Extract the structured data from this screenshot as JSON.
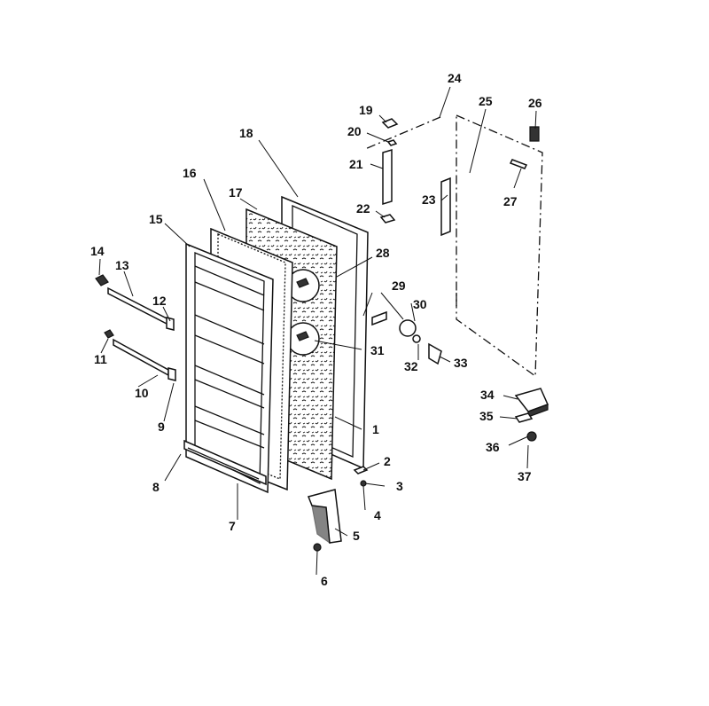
{
  "part_labels": [
    "1",
    "2",
    "3",
    "4",
    "5",
    "6",
    "7",
    "8",
    "9",
    "10",
    "11",
    "12",
    "13",
    "14",
    "15",
    "16",
    "17",
    "18",
    "19",
    "20",
    "21",
    "22",
    "23",
    "24",
    "25",
    "26",
    "27",
    "28",
    "29",
    "30",
    "31",
    "32",
    "33",
    "34",
    "35",
    "36",
    "37"
  ]
}
